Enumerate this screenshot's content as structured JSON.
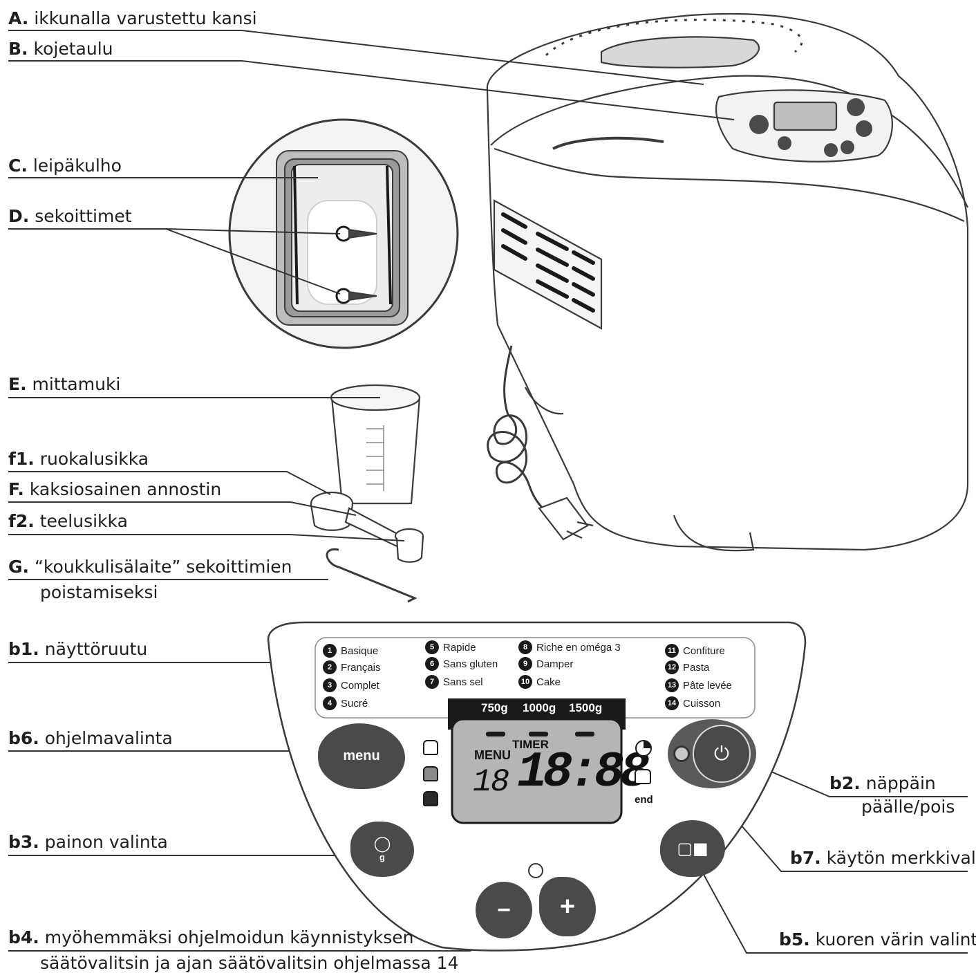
{
  "labels": {
    "A": {
      "letter": "A.",
      "text": "ikkunalla varustettu kansi"
    },
    "B": {
      "letter": "B.",
      "text": "kojetaulu"
    },
    "C": {
      "letter": "C.",
      "text": "leipäkulho"
    },
    "D": {
      "letter": "D.",
      "text": "sekoittimet"
    },
    "E": {
      "letter": "E.",
      "text": "mittamuki"
    },
    "f1": {
      "letter": "f1.",
      "text": "ruokalusikka"
    },
    "F": {
      "letter": "F.",
      "text": "kaksiosainen annostin"
    },
    "f2": {
      "letter": "f2.",
      "text": "teelusikka"
    },
    "G": {
      "letter": "G.",
      "text": "“koukkulisälaite” sekoittimien",
      "line2": "poistamiseksi"
    },
    "b1": {
      "letter": "b1.",
      "text": "näyttöruutu"
    },
    "b6": {
      "letter": "b6.",
      "text": "ohjelmavalinta"
    },
    "b3": {
      "letter": "b3.",
      "text": "painon valinta"
    },
    "b4": {
      "letter": "b4.",
      "text": "myöhemmäksi ohjelmoidun käynnistyksen",
      "line2": "säätövalitsin ja ajan säätövalitsin ohjelmassa 14"
    },
    "b2": {
      "letter": "b2.",
      "text": "näppäin",
      "line2": "päälle/pois"
    },
    "b7": {
      "letter": "b7.",
      "text": "käytön merkkivalo"
    },
    "b5": {
      "letter": "b5.",
      "text": "kuoren värin valinta"
    }
  },
  "programs": [
    {
      "num": "1",
      "name": "Basique"
    },
    {
      "num": "2",
      "name": "Français"
    },
    {
      "num": "3",
      "name": "Complet"
    },
    {
      "num": "4",
      "name": "Sucré"
    },
    {
      "num": "5",
      "name": "Rapide"
    },
    {
      "num": "6",
      "name": "Sans gluten"
    },
    {
      "num": "7",
      "name": "Sans sel"
    },
    {
      "num": "8",
      "name": "Riche en oméga 3"
    },
    {
      "num": "9",
      "name": "Damper"
    },
    {
      "num": "10",
      "name": "Cake"
    },
    {
      "num": "11",
      "name": "Confiture"
    },
    {
      "num": "12",
      "name": "Pasta"
    },
    {
      "num": "13",
      "name": "Pâte levée"
    },
    {
      "num": "14",
      "name": "Cuisson"
    }
  ],
  "weights": [
    "750g",
    "1000g",
    "1500g"
  ],
  "display": {
    "menu": "MENU",
    "timer": "TIMER",
    "program_digits": "18",
    "time_digits": "18:88",
    "end": "end"
  },
  "buttons": {
    "menu": "menu",
    "minus": "−",
    "plus": "+",
    "weight_unit": "g"
  }
}
